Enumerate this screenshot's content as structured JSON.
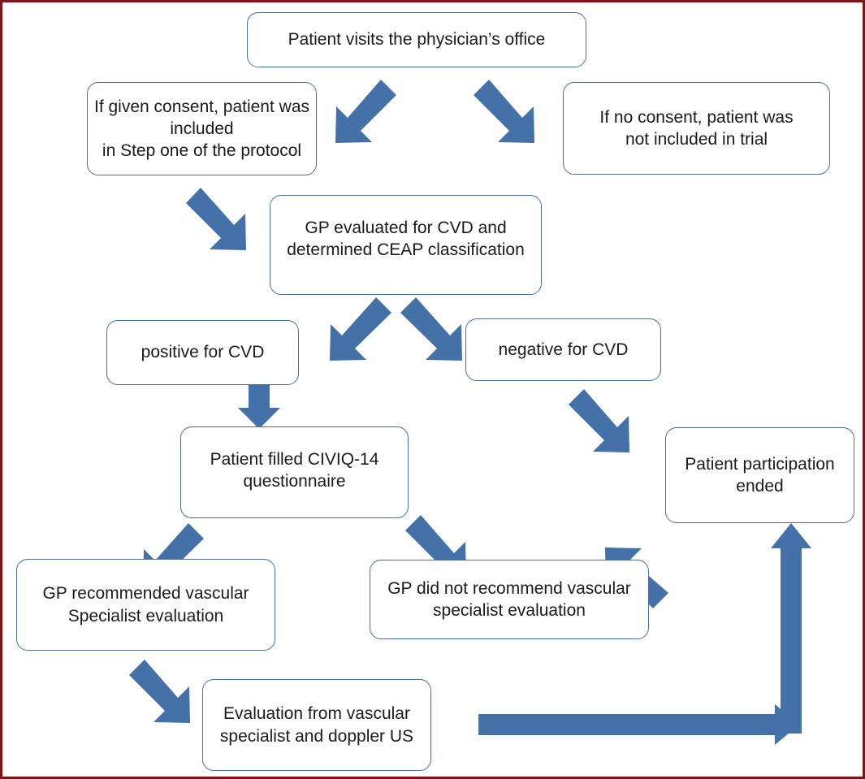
{
  "figure": {
    "type": "flowchart",
    "title": "Patient enrollment and evaluation flow",
    "frame_color": "#7e1318",
    "node_border_color": "#4a6f9c",
    "arrow_color": "#4472a8",
    "background": "#ffffff"
  },
  "nodes": [
    {
      "id": "visit",
      "label": "Patient visits the physician’s office"
    },
    {
      "id": "consent_yes",
      "label": "If given consent, patient was included\nin Step one of the protocol"
    },
    {
      "id": "consent_no",
      "label": "If no consent, patient was\nnot included in trial"
    },
    {
      "id": "gp_eval",
      "label": "GP evaluated for CVD and\ndetermined CEAP classification"
    },
    {
      "id": "cvd_pos",
      "label": "positive for CVD"
    },
    {
      "id": "cvd_neg",
      "label": "negative for CVD"
    },
    {
      "id": "civiq",
      "label": "Patient filled CIVIQ-14\nquestionnaire"
    },
    {
      "id": "ended",
      "label": "Patient participation\nended"
    },
    {
      "id": "rec_yes",
      "label": "GP recommended vascular\nSpecialist evaluation"
    },
    {
      "id": "rec_no",
      "label": "GP did not recommend vascular\nspecialist evaluation"
    },
    {
      "id": "vasc_eval",
      "label": "Evaluation from vascular\nspecialist and doppler US"
    }
  ],
  "edges": [
    {
      "id": "e-visit-consentyes",
      "from": "visit",
      "to": "consent_yes",
      "style": "block-arrow-diagonal-down-left"
    },
    {
      "id": "e-visit-consentno",
      "from": "visit",
      "to": "consent_no",
      "style": "block-arrow-diagonal-down-right"
    },
    {
      "id": "e-consentyes-gp",
      "from": "consent_yes",
      "to": "gp_eval",
      "style": "block-arrow-diagonal-down-right"
    },
    {
      "id": "e-gp-pos",
      "from": "gp_eval",
      "to": "cvd_pos",
      "style": "block-arrow-diagonal-down-left"
    },
    {
      "id": "e-gp-neg",
      "from": "gp_eval",
      "to": "cvd_neg",
      "style": "block-arrow-diagonal-down-right"
    },
    {
      "id": "e-pos-civiq",
      "from": "cvd_pos",
      "to": "civiq",
      "style": "block-arrow-down"
    },
    {
      "id": "e-neg-ended",
      "from": "cvd_neg",
      "to": "ended",
      "style": "block-arrow-diagonal-down-right"
    },
    {
      "id": "e-civiq-recyes",
      "from": "civiq",
      "to": "rec_yes",
      "style": "block-arrow-diagonal-down-left"
    },
    {
      "id": "e-civiq-recno",
      "from": "civiq",
      "to": "rec_no",
      "style": "block-arrow-diagonal-down-right"
    },
    {
      "id": "e-recno-ended",
      "from": "rec_no",
      "to": "ended",
      "style": "block-arrow-diagonal-up-right"
    },
    {
      "id": "e-recyes-vasc",
      "from": "rec_yes",
      "to": "vasc_eval",
      "style": "block-arrow-diagonal-down-right"
    },
    {
      "id": "e-vasc-right",
      "from": "vasc_eval",
      "to": "ended",
      "style": "block-arrow-right-long"
    },
    {
      "id": "e-up-ended",
      "from": "vasc_eval",
      "to": "ended",
      "style": "block-arrow-up-long"
    }
  ]
}
